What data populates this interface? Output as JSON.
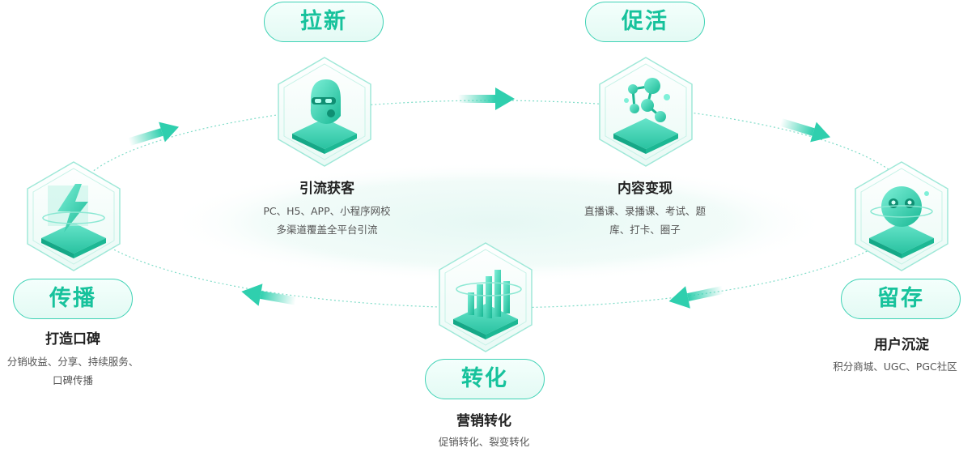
{
  "colors": {
    "accent": "#17c29c",
    "pill_border": "#3fd2b5",
    "ring": "#7fdcc8",
    "arrow": "#2fcfae",
    "title_text": "#222222",
    "desc_text": "#555555"
  },
  "stages": [
    {
      "id": "lxin",
      "pill": "拉新",
      "title": "引流获客",
      "desc": [
        "PC、H5、APP、小程序网校",
        "多渠道覆盖全平台引流"
      ],
      "icon": "robot-head-icon"
    },
    {
      "id": "cuhuo",
      "pill": "促活",
      "title": "内容变现",
      "desc": [
        "直播课、录播课、考试、题",
        "库、打卡、圈子"
      ],
      "icon": "molecule-cubes-icon"
    },
    {
      "id": "liucun",
      "pill": "留存",
      "title": "用户沉淀",
      "desc": [
        "积分商城、UGC、PGC社区"
      ],
      "icon": "sphere-face-icon"
    },
    {
      "id": "zhuanhua",
      "pill": "转化",
      "title": "营销转化",
      "desc": [
        "促销转化、裂变转化"
      ],
      "icon": "bar-blocks-icon"
    },
    {
      "id": "chuanbo",
      "pill": "传播",
      "title": "打造口碑",
      "desc": [
        "分销收益、分享、持续服务、",
        "口碑传播"
      ],
      "icon": "lightning-icon"
    }
  ]
}
